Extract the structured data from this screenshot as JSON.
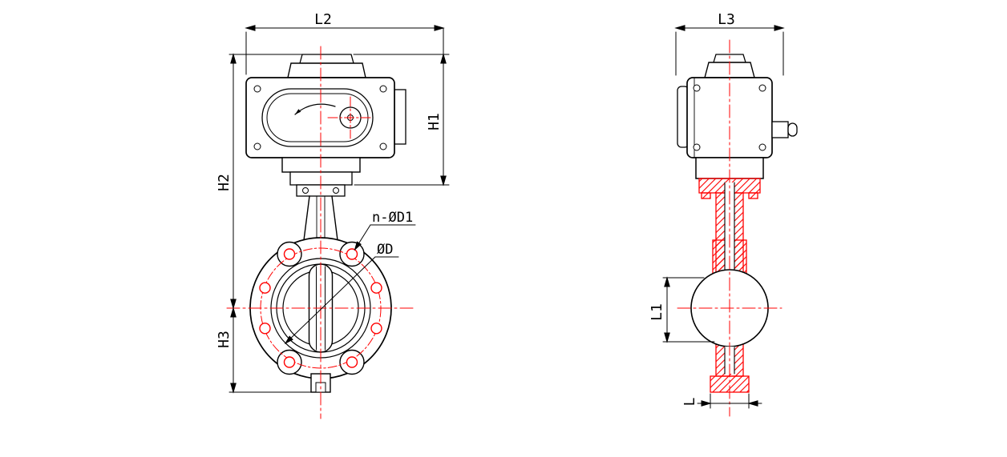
{
  "page": {
    "background": "#ffffff"
  },
  "drawing": {
    "kind": "engineering-two-view-drawing",
    "subject": "Wafer butterfly valve with electric actuator",
    "colors": {
      "outline": "#000000",
      "centerline": "#ff0000",
      "bolt_hole": "#ff0000",
      "section_hatch": "#ff0000",
      "background": "#ffffff"
    },
    "front_view": {
      "labels": {
        "width_top": "L2",
        "actuator_height": "H1",
        "height_center_to_top": "H2",
        "height_center_to_bottom": "H3",
        "bolt_holes": "n-ØD1",
        "bore_diameter": "ØD"
      }
    },
    "side_view": {
      "labels": {
        "width_top": "L3",
        "disc_height": "L1",
        "body_length": "L"
      }
    }
  }
}
